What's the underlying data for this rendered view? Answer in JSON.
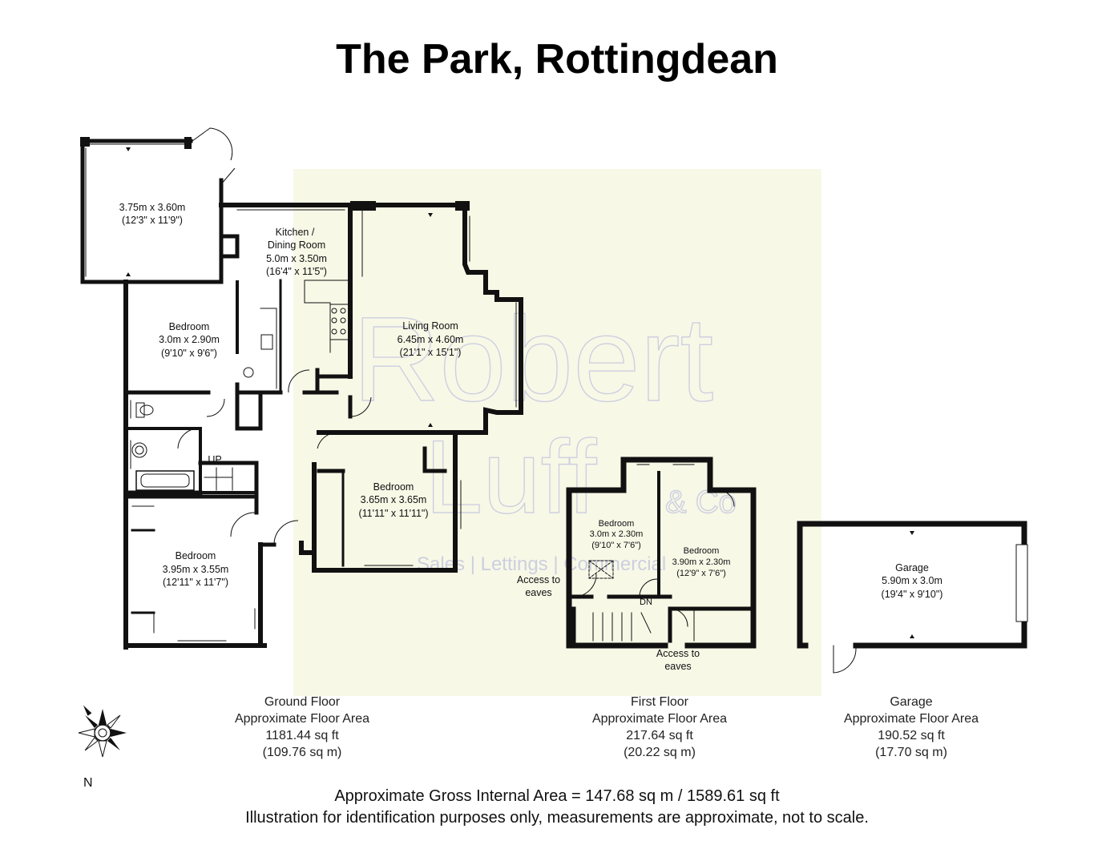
{
  "title": "The Park, Rottingdean",
  "watermark": {
    "line1": "Robert",
    "line2": "Luff",
    "amp": "& Co",
    "tagline": "Sales | Lettings | Commercial"
  },
  "rooms": {
    "conservatory": {
      "name": "",
      "size_m": "3.75m x 3.60m",
      "size_ft": "(12'3\" x 11'9\")"
    },
    "kitchen": {
      "name_1": "Kitchen /",
      "name_2": "Dining Room",
      "size_m": "5.0m x 3.50m",
      "size_ft": "(16'4\" x 11'5\")"
    },
    "living": {
      "name": "Living Room",
      "size_m": "6.45m x 4.60m",
      "size_ft": "(21'1\" x 15'1\")"
    },
    "bed1": {
      "name": "Bedroom",
      "size_m": "3.0m x 2.90m",
      "size_ft": "(9'10\" x 9'6\")"
    },
    "bed2": {
      "name": "Bedroom",
      "size_m": "3.65m x 3.65m",
      "size_ft": "(11'11\" x 11'11\")"
    },
    "bed3": {
      "name": "Bedroom",
      "size_m": "3.95m x 3.55m",
      "size_ft": "(12'11\" x 11'7\")"
    },
    "ff_bed1": {
      "name": "Bedroom",
      "size_m": "3.0m x 2.30m",
      "size_ft": "(9'10\" x 7'6\")"
    },
    "ff_bed2": {
      "name": "Bedroom",
      "size_m": "3.90m x 2.30m",
      "size_ft": "(12'9\" x 7'6\")"
    },
    "garage": {
      "name": "Garage",
      "size_m": "5.90m x 3.0m",
      "size_ft": "(19'4\" x 9'10\")"
    }
  },
  "annotations": {
    "up": "UP",
    "dn": "DN",
    "eaves_left_1": "Access to",
    "eaves_left_2": "eaves",
    "eaves_bottom_1": "Access to",
    "eaves_bottom_2": "eaves"
  },
  "floors": {
    "ground": {
      "name": "Ground Floor",
      "label": "Approximate Floor Area",
      "sqft": "1181.44 sq ft",
      "sqm": "(109.76 sq m)"
    },
    "first": {
      "name": "First Floor",
      "label": "Approximate Floor Area",
      "sqft": "217.64 sq ft",
      "sqm": "(20.22 sq m)"
    },
    "garage": {
      "name": "Garage",
      "label": "Approximate Floor Area",
      "sqft": "190.52 sq ft",
      "sqm": "(17.70 sq m)"
    }
  },
  "compass": {
    "label": "N"
  },
  "footer": {
    "gross_area": "Approximate Gross Internal Area = 147.68 sq m / 1589.61 sq ft",
    "disclaimer": "Illustration for identification purposes only, measurements are approximate, not to scale."
  },
  "colors": {
    "wall": "#111111",
    "highlight_panel": "#f7f8e6",
    "watermark": "#c9cbe0"
  }
}
